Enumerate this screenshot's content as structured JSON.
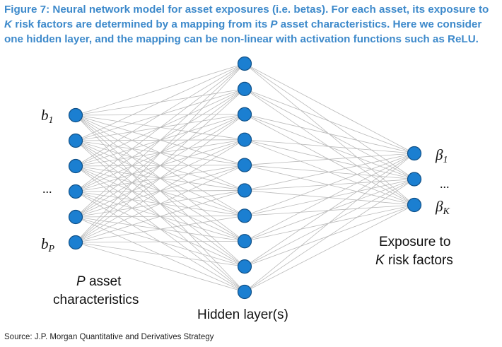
{
  "caption": {
    "part1": "Figure 7: Neural network model for asset exposures (i.e. betas). For each asset, its exposure to ",
    "k1": "K",
    "part2": " risk factors are determined by a mapping from its ",
    "p1": "P",
    "part3": " asset characteristics. Here we consider one hidden layer, and the mapping can be non-linear with activation functions such as ReLU."
  },
  "input_labels": {
    "b1_base": "b",
    "b1_sub": "1",
    "dots": "...",
    "bp_base": "b",
    "bp_sub": "P"
  },
  "output_labels": {
    "beta1_base": "β",
    "beta1_sub": "1",
    "dots": "...",
    "betak_base": "β",
    "betak_sub": "K"
  },
  "layer_labels": {
    "input_var": "P",
    "input_line1_rest": " asset",
    "input_line2": "characteristics",
    "hidden": "Hidden layer(s)",
    "output_line1": "Exposure to",
    "output_var": "K",
    "output_line2_rest": " risk factors"
  },
  "network": {
    "input_nodes": 6,
    "hidden_nodes": 10,
    "output_nodes": 3,
    "node_color": "#1b7fd1",
    "edge_color": "#b9b9b9"
  },
  "source": "Source: J.P. Morgan Quantitative and Derivatives Strategy"
}
